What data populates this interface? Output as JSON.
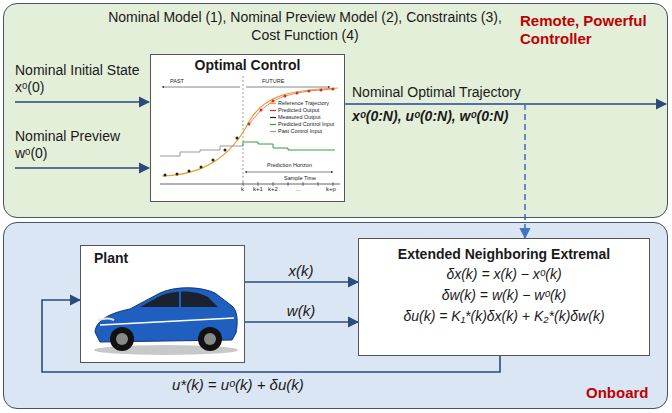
{
  "diagram": {
    "nodes": [
      {
        "text": [
          "Nominal Model (1), Nominal Preview Model (2), Constraints (3), Cost Function (4)",
          "Remote, Powerful Controller"
        ]
      },
      {
        "text": [
          "Optimal Control"
        ],
        "in": 0
      },
      {
        "text": [
          "Onboard"
        ]
      },
      {
        "text": [
          "Plant"
        ],
        "in": 2
      },
      {
        "text": [
          "Extended Neighboring Extremal",
          "δx(k) = x(k) − xᵒ(k)",
          "δw(k) = w(k) − wᵒ(k)",
          "δu(k) = K₁*(k)δx(k) + K₂*(k)δw(k)"
        ],
        "in": 2
      }
    ],
    "edges": [
      {
        "from": 3,
        "to": 4,
        "label": "x(k)",
        "arrow": "to"
      },
      {
        "from": 3,
        "to": 4,
        "label": "w(k)",
        "arrow": "to"
      },
      {
        "from": 4,
        "to": 3,
        "label": "u*(k) = uᵒ(k) + δu(k)",
        "arrow": "to"
      },
      {
        "from": 1,
        "to": 4,
        "arrow": "to"
      }
    ],
    "labels": [
      "Nominal Initial State xᵒ(0)",
      "Nominal Preview wᵒ(0)",
      "Nominal Optimal Trajectory",
      "xᵒ(0:N), uᵒ(0:N), wᵒ(0:N)",
      "PAST",
      "FUTURE",
      "Reference Trajectory",
      "Predicted Output",
      "Measured Output",
      "Predicted Control Input",
      "Past Control Input",
      "Prediction Horizon",
      "k",
      "k+1",
      "k+2",
      "...",
      "Sample Time",
      "k+p"
    ]
  }
}
